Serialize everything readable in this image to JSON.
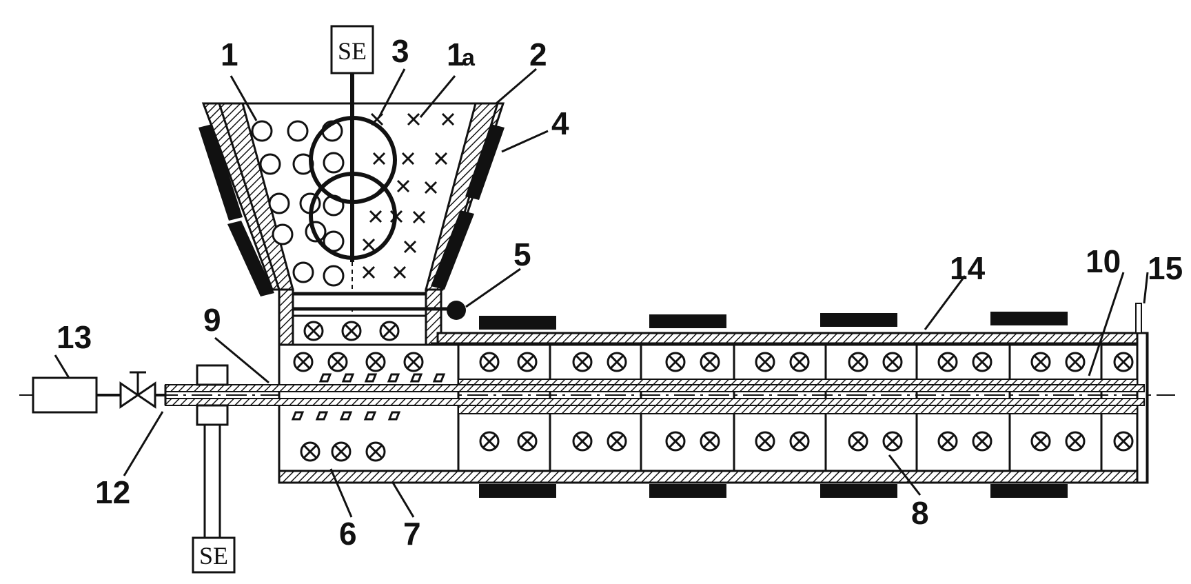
{
  "diagram": {
    "motor_label": "SE",
    "callouts": {
      "c1": "1",
      "c1a_num": "1",
      "c1a_sub": "a",
      "c2": "2",
      "c3": "3",
      "c4": "4",
      "c5": "5",
      "c6": "6",
      "c7": "7",
      "c8": "8",
      "c9": "9",
      "c10": "10",
      "c12": "12",
      "c13": "13",
      "c14": "14",
      "c15": "15"
    }
  }
}
